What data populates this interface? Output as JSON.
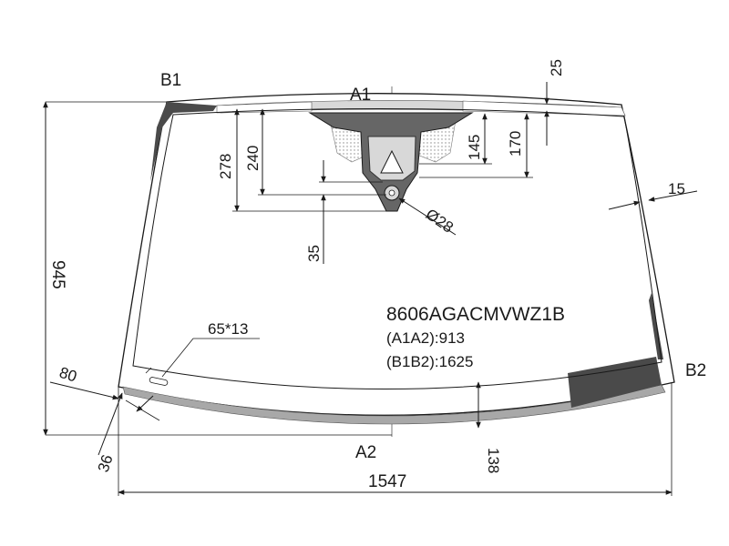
{
  "part_number": "8606AGACMVWZ1B",
  "a1a2": "(A1A2):913",
  "b1b2": "(B1B2):1625",
  "points": {
    "a1": "A1",
    "a2": "A2",
    "b1": "B1",
    "b2": "B2"
  },
  "dims": {
    "d25": "25",
    "d145": "145",
    "d170": "170",
    "d278": "278",
    "d240": "240",
    "d35": "35",
    "d28": "Ø28",
    "d15": "15",
    "d945": "945",
    "d65x13": "65*13",
    "d80": "80",
    "d36": "36",
    "d138": "138",
    "d1547": "1547"
  },
  "colors": {
    "ceramic": "#4a4a4a",
    "bracket": "#666666",
    "glass_edge": "#1a1a1a",
    "frit_band": "#a8a8a8"
  }
}
